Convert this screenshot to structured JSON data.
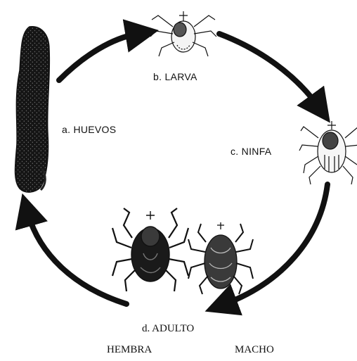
{
  "labels": {
    "eggs": "a. HUEVOS",
    "larva": "b. LARVA",
    "nymph": "c. NINFA",
    "adult": "d. ADULTO",
    "female": "HEMBRA",
    "male": "MACHO"
  },
  "colors": {
    "ink": "#111111",
    "background": "#ffffff"
  }
}
